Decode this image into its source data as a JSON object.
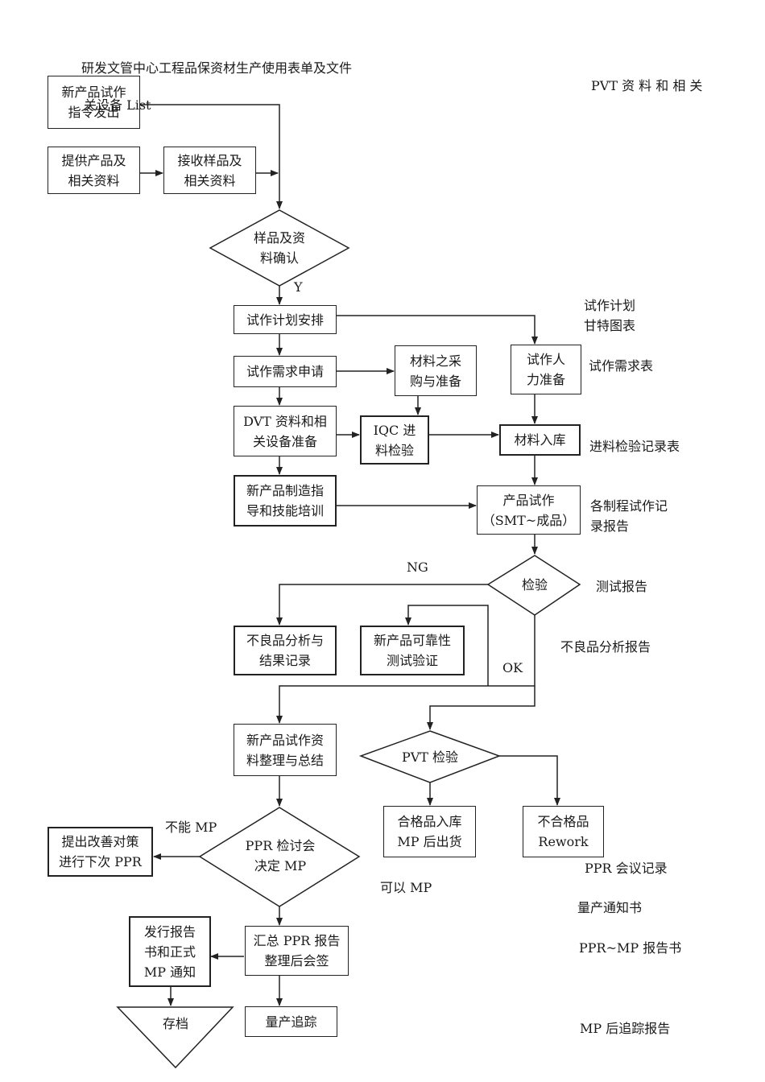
{
  "header": {
    "left": "研发文管中心工程品保资材生产使用表单及文件",
    "right": "PVT   资 料 和 相 关",
    "overlay": "关设备 List"
  },
  "nodes": {
    "new_trial_order": "新产品试作\n指令发出",
    "provide_material": "提供产品及\n相关资料",
    "receive_samples": "接收样品及\n相关资料",
    "sample_confirm": "样品及资\n料确认",
    "trial_plan": "试作计划安排",
    "trial_request": "试作需求申请",
    "material_purchase": "材料之采\n购与准备",
    "trial_manpower": "试作人\n力准备",
    "dvt_prep": "DVT 资料和相\n关设备准备",
    "iqc_inspection": "IQC   进\n料检验",
    "material_storage": "材料入库",
    "training": "新产品制造指\n导和技能培训",
    "trial_production": "产品试作\n（SMT~成品）",
    "inspection": "检验",
    "defect_analysis": "不良品分析与\n结果记录",
    "reliability_test": "新产品可靠性\n测试验证",
    "summary": "新产品试作资\n料整理与总结",
    "pvt_inspection": "PVT 检验",
    "pass_storage": "合格品入库\nMP 后出货",
    "rework": "不合格品\nRework",
    "improvement": "提出改善对策\n进行下次 PPR",
    "ppr_review": "PPR 检讨会\n决定 MP",
    "issue_report": "发行报告\n书和正式\nMP 通知",
    "ppr_report": "汇总 PPR 报告\n整理后会签",
    "archive": "存档",
    "mass_tracking": "量产追踪"
  },
  "labels": {
    "yes": "Y",
    "ng": "NG",
    "ok": "OK",
    "no_mp": "不能 MP",
    "can_mp": "可以 MP"
  },
  "documents": {
    "gantt": "试作计划\n甘特图表",
    "request_form": "试作需求表",
    "incoming_record": "进料检验记录表",
    "process_report": "各制程试作记\n录报告",
    "test_report": "测试报告",
    "defect_report": "不良品分析报告",
    "ppr_minutes": "PPR 会议记录",
    "mp_notice": "量产通知书",
    "ppr_mp_report": "PPR~MP 报告书",
    "mp_tracking_report": "MP 后追踪报告"
  },
  "colors": {
    "line": "#222222",
    "text": "#1a1a1a",
    "background": "#ffffff"
  }
}
